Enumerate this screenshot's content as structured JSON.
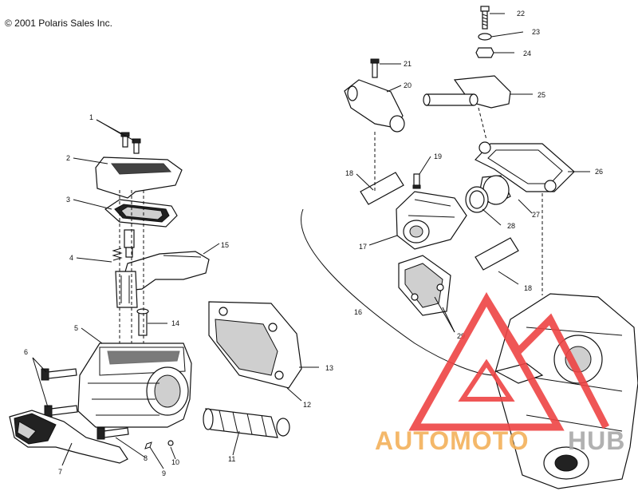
{
  "copyright": "© 2001 Polaris Sales Inc.",
  "watermark": {
    "text_left": "AUTOMOTO",
    "text_right": "HUB",
    "color_left": "#f3b15a",
    "color_right": "#a9a9a9",
    "triangle_color": "#ee4444"
  },
  "callouts": {
    "c1": "1",
    "c2": "2",
    "c3": "3",
    "c4": "4",
    "c5": "5",
    "c6": "6",
    "c7": "7",
    "c8": "8",
    "c9": "9",
    "c10": "10",
    "c11": "11",
    "c12": "12",
    "c13": "13",
    "c14": "14",
    "c15": "15",
    "c16": "16",
    "c17": "17",
    "c18a": "18",
    "c18b": "18",
    "c19": "19",
    "c20": "20",
    "c21": "21",
    "c22": "22",
    "c23": "23",
    "c24": "24",
    "c25": "25",
    "c26": "26",
    "c27": "27",
    "c28": "28",
    "c29": "29"
  }
}
